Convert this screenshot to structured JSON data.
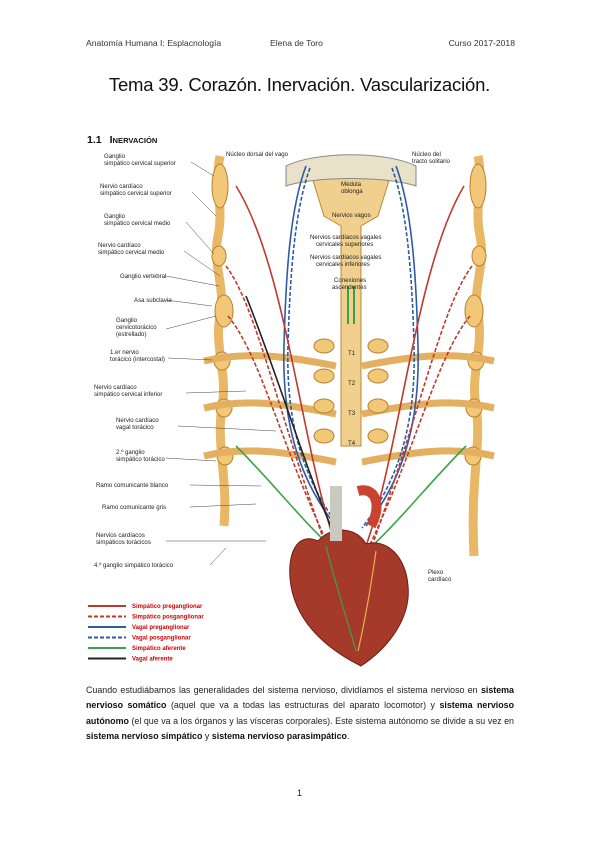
{
  "header": {
    "left": "Anatomía Humana I: Esplacnología",
    "middle": "Elena de Toro",
    "right": "Curso 2017-2018"
  },
  "title": "Tema 39. Corazón. Inervación. Vascularización.",
  "section": {
    "number": "1.1",
    "title_initial": "I",
    "title_rest": "NERVACIÓN"
  },
  "figure": {
    "labels_left": [
      "Ganglio",
      "simpático cervical superior",
      "Nervio cardíaco",
      "simpático cervical superior",
      "Ganglio",
      "simpático cervical medio",
      "Nervio cardíaco",
      "simpático cervical medio",
      "Ganglio vertebral",
      "Asa subclavia",
      "Ganglio",
      "cervicotorácico",
      "(estrellado)",
      "1.er nervio",
      "torácico (intercostal)",
      "Nervio cardíaco",
      "simpático cervical inferior",
      "Nervio cardíaco",
      "vagal torácico",
      "2.º ganglio",
      "simpático torácico",
      "Ramo comunicante blanco",
      "Ramo comunicante gris",
      "Nervios cardíacos",
      "simpáticos torácicos",
      "4.º ganglio simpático torácico"
    ],
    "labels_top": [
      "Núcleo dorsal del vago",
      "Núcleo del",
      "tracto solitario",
      "Médula",
      "oblonga",
      "Nervios vagos",
      "Nervios cardíacos vagales",
      "cervicales superiores",
      "Nervios cardíacos vagales",
      "cervicales inferiores",
      "Conexiones",
      "ascendentes"
    ],
    "vertebrae": [
      "T1",
      "T2",
      "T3",
      "T4"
    ],
    "labels_right": [
      "Plexo",
      "cardíaco"
    ],
    "legend": [
      {
        "label": "Simpático preganglionar",
        "color": "#c0392b",
        "dash": "solid"
      },
      {
        "label": "Simpático posganglionar",
        "color": "#c0392b",
        "dash": "dashed"
      },
      {
        "label": "Vagal preganglionar",
        "color": "#2e5aa8",
        "dash": "solid"
      },
      {
        "label": "Vagal posganglionar",
        "color": "#2e5aa8",
        "dash": "dashed"
      },
      {
        "label": "Simpático aferente",
        "color": "#3aa34a",
        "dash": "solid"
      },
      {
        "label": "Vagal aferente",
        "color": "#222222",
        "dash": "solid"
      }
    ]
  },
  "paragraph": {
    "p1": "Cuando estudiábamos las generalidades del sistema nervioso, dividíamos el sistema nervioso en ",
    "b1": "sistema nervioso somático",
    "p2": " (aquel que va a todas las estructuras del aparato locomotor) y ",
    "b2": "sistema nervioso autónomo",
    "p3": " (el que va a los órganos y las vísceras corporales). Este sistema autónomo se divide a su vez en ",
    "b3": "sistema nervioso simpático",
    "p4": " y ",
    "b4": "sistema nervioso parasimpático",
    "p5": "."
  },
  "page_number": "1"
}
